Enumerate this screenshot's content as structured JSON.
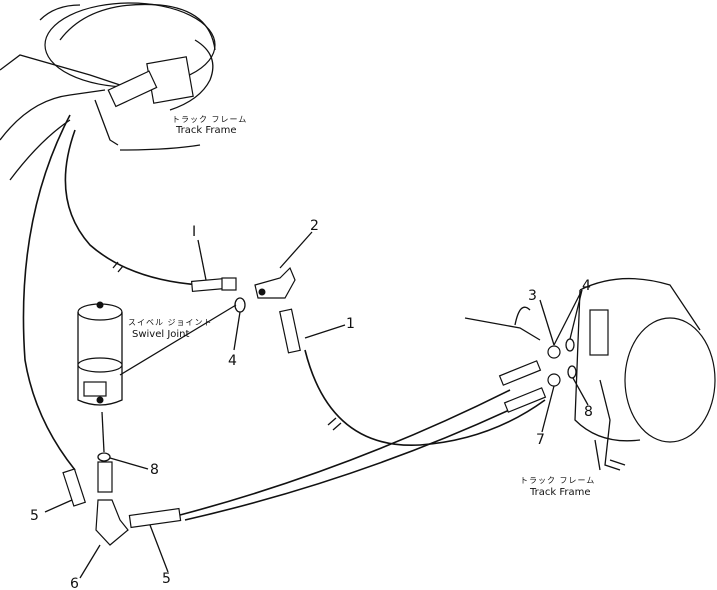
{
  "labels": {
    "track_frame_top": {
      "jp": "トラック フレーム",
      "en": "Track Frame"
    },
    "track_frame_right": {
      "jp": "トラック フレーム",
      "en": "Track Frame"
    },
    "swivel_joint": {
      "jp": "スイベル ジョイント",
      "en": "Swivel Joint"
    }
  },
  "callouts": {
    "c1_top": "I",
    "c1_right": "1",
    "c2": "2",
    "c3": "3",
    "c4_left": "4",
    "c4_right": "4",
    "c5_left": "5",
    "c5_bottom": "5",
    "c6": "6",
    "c7": "7",
    "c8_left": "8",
    "c8_right": "8"
  }
}
